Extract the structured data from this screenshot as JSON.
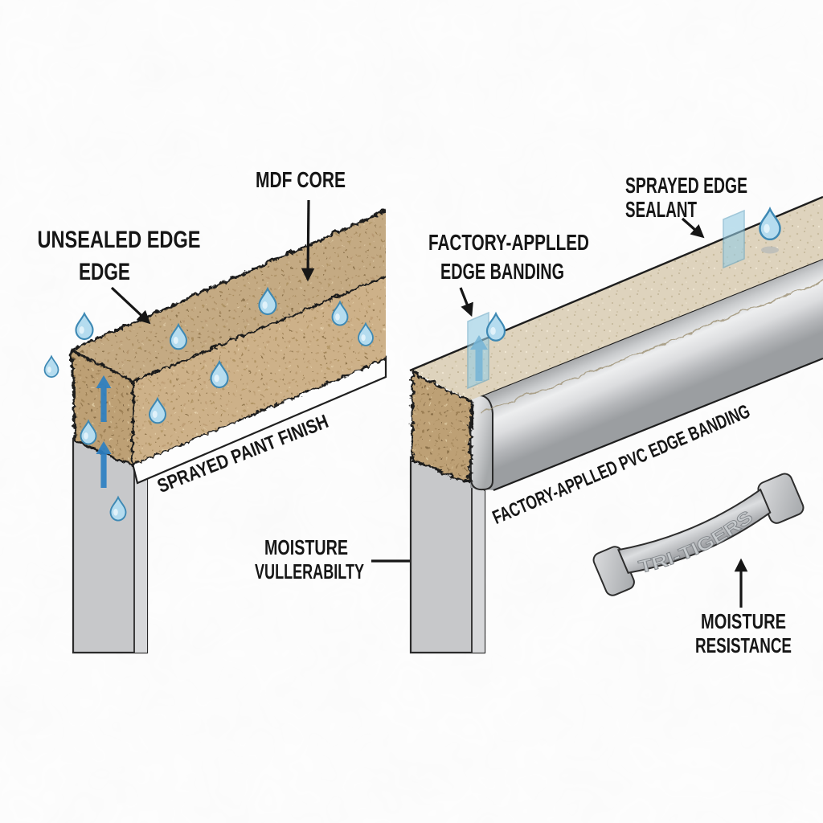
{
  "diagram": "MDF edge sealing comparison illustration",
  "left_panel": {
    "mdf_core_label": "MDF CORE",
    "unsealed_edge_label_line1": "UNSEALED EDGE",
    "unsealed_edge_label_line2": "EDGE",
    "sprayed_paint_label": "SPRAYED PAINT FINISH",
    "moisture_label_line1": "MOISTURE",
    "moisture_label_line2": "VULLERABILTY"
  },
  "right_panel": {
    "sealant_label_line1": "SPRAYED EDGE",
    "sealant_label_line2": "SEALANT",
    "edge_banding_label_line1": "FACTORY-APPLLED",
    "edge_banding_label_line2": "EDGE BANDING",
    "pvc_banding_label": "FACTORY-APPLLED PVC EDGE BANDING",
    "moisture_label_line1": "MOISTURE",
    "moisture_label_line2": "RESISTANCE",
    "handle_engraving": "TRI-TIGERS"
  },
  "colors": {
    "background": "#fdfdfd",
    "mdf_tan": "#cdb189",
    "mdf_end_grain": "#bda074",
    "sealed_top_beige": "#ded3bd",
    "pvc_band_gray": "#c9cbcd",
    "leg_gray": "#c7c8ca",
    "water_drop_blue": "#b5dcef",
    "wick_arrow_blue": "#2b7fc2",
    "sealant_patch_blue": "#96cde4",
    "label_black": "#161616"
  }
}
